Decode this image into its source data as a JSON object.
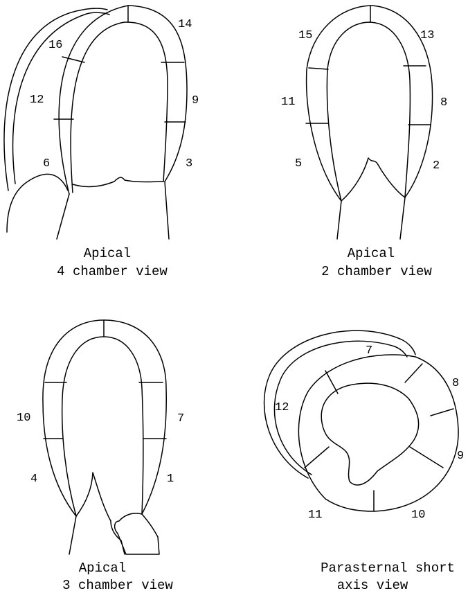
{
  "views": {
    "four_chamber": {
      "caption": [
        "Apical",
        "4 chamber view"
      ],
      "segments": [
        "16",
        "12",
        "6",
        "14",
        "9",
        "3"
      ]
    },
    "two_chamber": {
      "caption": [
        "Apical",
        "2 chamber view"
      ],
      "segments": [
        "15",
        "11",
        "5",
        "13",
        "8",
        "2"
      ]
    },
    "three_chamber": {
      "caption": [
        "Apical",
        "3 chamber view"
      ],
      "segments": [
        "10",
        "4",
        "7",
        "1"
      ]
    },
    "short_axis": {
      "caption": [
        "Parasternal short",
        "axis view"
      ],
      "segments": [
        "7",
        "8",
        "12",
        "9",
        "11",
        "10"
      ]
    }
  },
  "colors": {
    "line": "#000000",
    "background": "#ffffff"
  }
}
